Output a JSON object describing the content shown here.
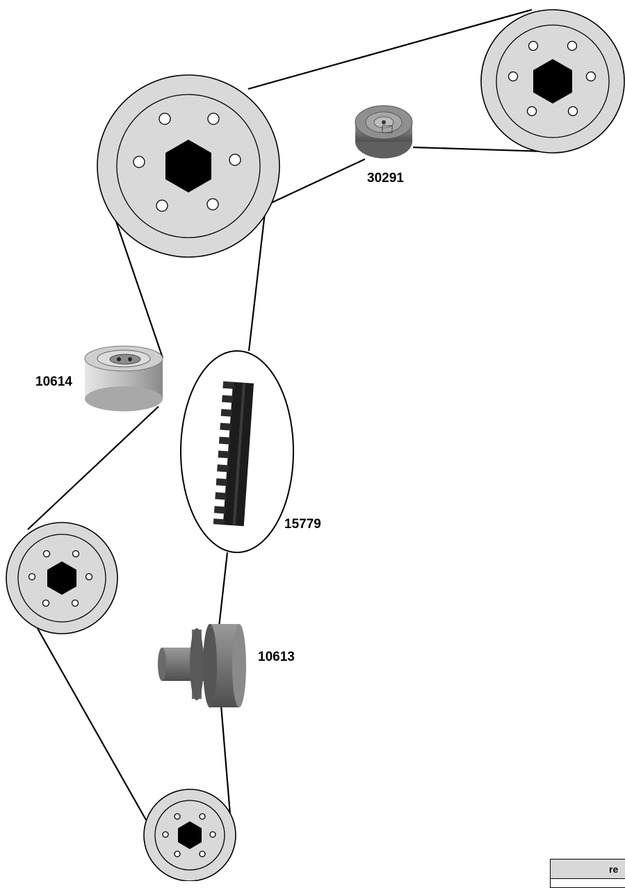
{
  "parts": [
    {
      "id": "tensioner-top",
      "label": "30291"
    },
    {
      "id": "tensioner-left",
      "label": "10614"
    },
    {
      "id": "timing-belt",
      "label": "15779"
    },
    {
      "id": "idler-pulley",
      "label": "10613"
    }
  ],
  "table": {
    "header_text": "re"
  },
  "colors": {
    "pulley_fill": "#d9d9d9",
    "line": "#000000",
    "hub": "#000000",
    "roller_dark": "#7a7a7a",
    "roller_light": "#b5b5b5"
  },
  "icons": [
    "pulley-icon",
    "tensioner-roller-icon",
    "belt-teeth-icon",
    "idler-roller-icon"
  ]
}
